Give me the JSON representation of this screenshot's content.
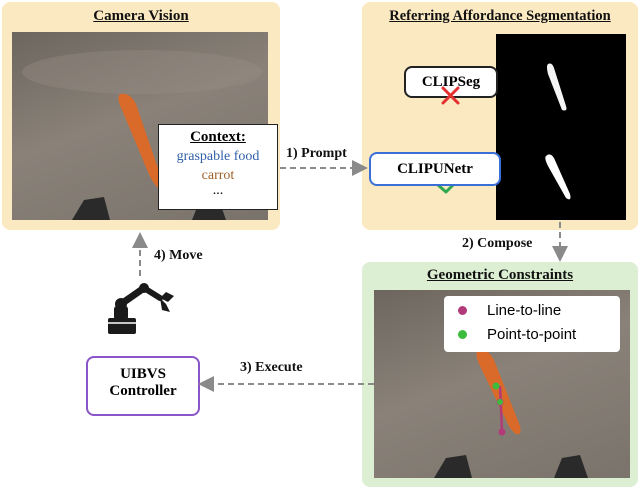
{
  "camera_panel": {
    "title": "Camera Vision",
    "context": {
      "heading": "Context:",
      "lines": [
        "graspable food",
        "carrot",
        "..."
      ]
    }
  },
  "ras_panel": {
    "title": "Referring Affordance Segmentation",
    "models": [
      {
        "name": "CLIPSeg",
        "status_icon": "cross-icon"
      },
      {
        "name": "CLIPUNetr",
        "status_icon": "check-icon"
      }
    ]
  },
  "geo_panel": {
    "title": "Geometric Constraints",
    "legend": [
      {
        "label": "Line-to-line",
        "color": "#b23a78"
      },
      {
        "label": "Point-to-point",
        "color": "#3dbb3d"
      }
    ]
  },
  "controller": {
    "line1": "UIBVS",
    "line2": "Controller"
  },
  "edges": {
    "prompt": "1) Prompt",
    "compose": "2) Compose",
    "execute": "3) Execute",
    "move": "4) Move"
  },
  "colors": {
    "camera_panel_bg": "#fbe9c2",
    "ras_panel_bg": "#fbe9c2",
    "geo_panel_bg": "#dcefd3",
    "clipseg_border": "#222222",
    "clipunetr_border": "#3a6fd8",
    "controller_border": "#8a55c8",
    "cross": "#e53030",
    "check": "#2fa84f",
    "context_food": "#2f5fa8",
    "context_carrot": "#a0602a"
  }
}
